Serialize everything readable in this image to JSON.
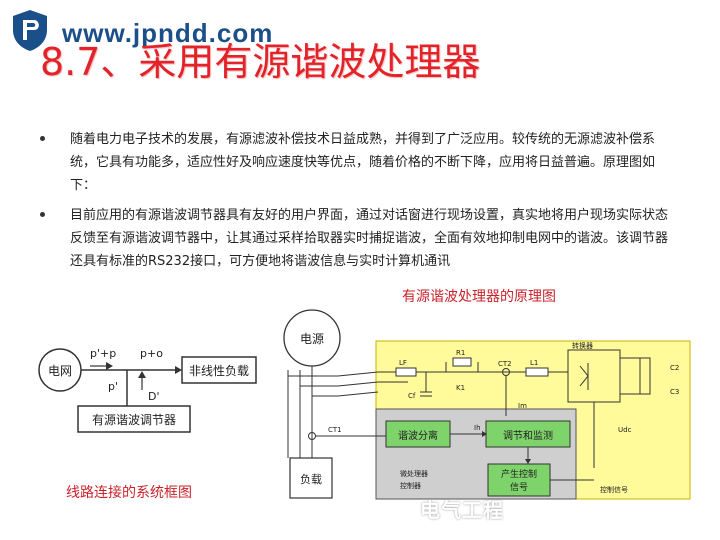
{
  "header": {
    "url": "www.jpndd.com",
    "title": "8.7、采用有源谐波处理器"
  },
  "bullets": [
    "随着电力电子技术的发展，有源滤波补偿技术日益成熟，并得到了广泛应用。较传统的无源滤波补偿系统，它具有功能多，适应性好及响应速度快等优点，随着价格的不断下降，应用将日益普遍。原理图如下：",
    "目前应用的有源谐波调节器具有友好的用户界面，通过对话窗进行现场设置，真实地将用户现场实际状态反馈至有源谐波调节器中，让其通过采样拾取器实时捕捉谐波，全面有效地抑制电网中的谐波。该调节器还具有标准的RS232接口，可方便地将谐波信息与实时计算机通讯"
  ],
  "left_diagram": {
    "grid": "电网",
    "load": "非线性负载",
    "regulator": "有源谐波调节器",
    "p_in": "p'+p",
    "p_out": "p+o",
    "p_prime": "p'",
    "d_prime": "D'",
    "caption": "线路连接的系统框图"
  },
  "right_diagram": {
    "caption": "有源谐波处理器的原理图",
    "source": "电源",
    "load": "负载",
    "lf": "LF",
    "r1": "R1",
    "k1": "K1",
    "ct2": "CT2",
    "l1": "L1",
    "cf": "Cf",
    "ct1": "CT1",
    "converter": "转换器",
    "c2": "C2",
    "c3": "C3",
    "im": "Im",
    "ih": "Ih",
    "udc": "Udc",
    "harmonic_sep": "谐波分离",
    "regulate": "调节和监测",
    "gen_signal_1": "产生控制",
    "gen_signal_2": "信号",
    "mcu_1": "微处理器",
    "mcu_2": "控制器",
    "ctrl_signal": "控制信号"
  },
  "watermark": "电气工程"
}
